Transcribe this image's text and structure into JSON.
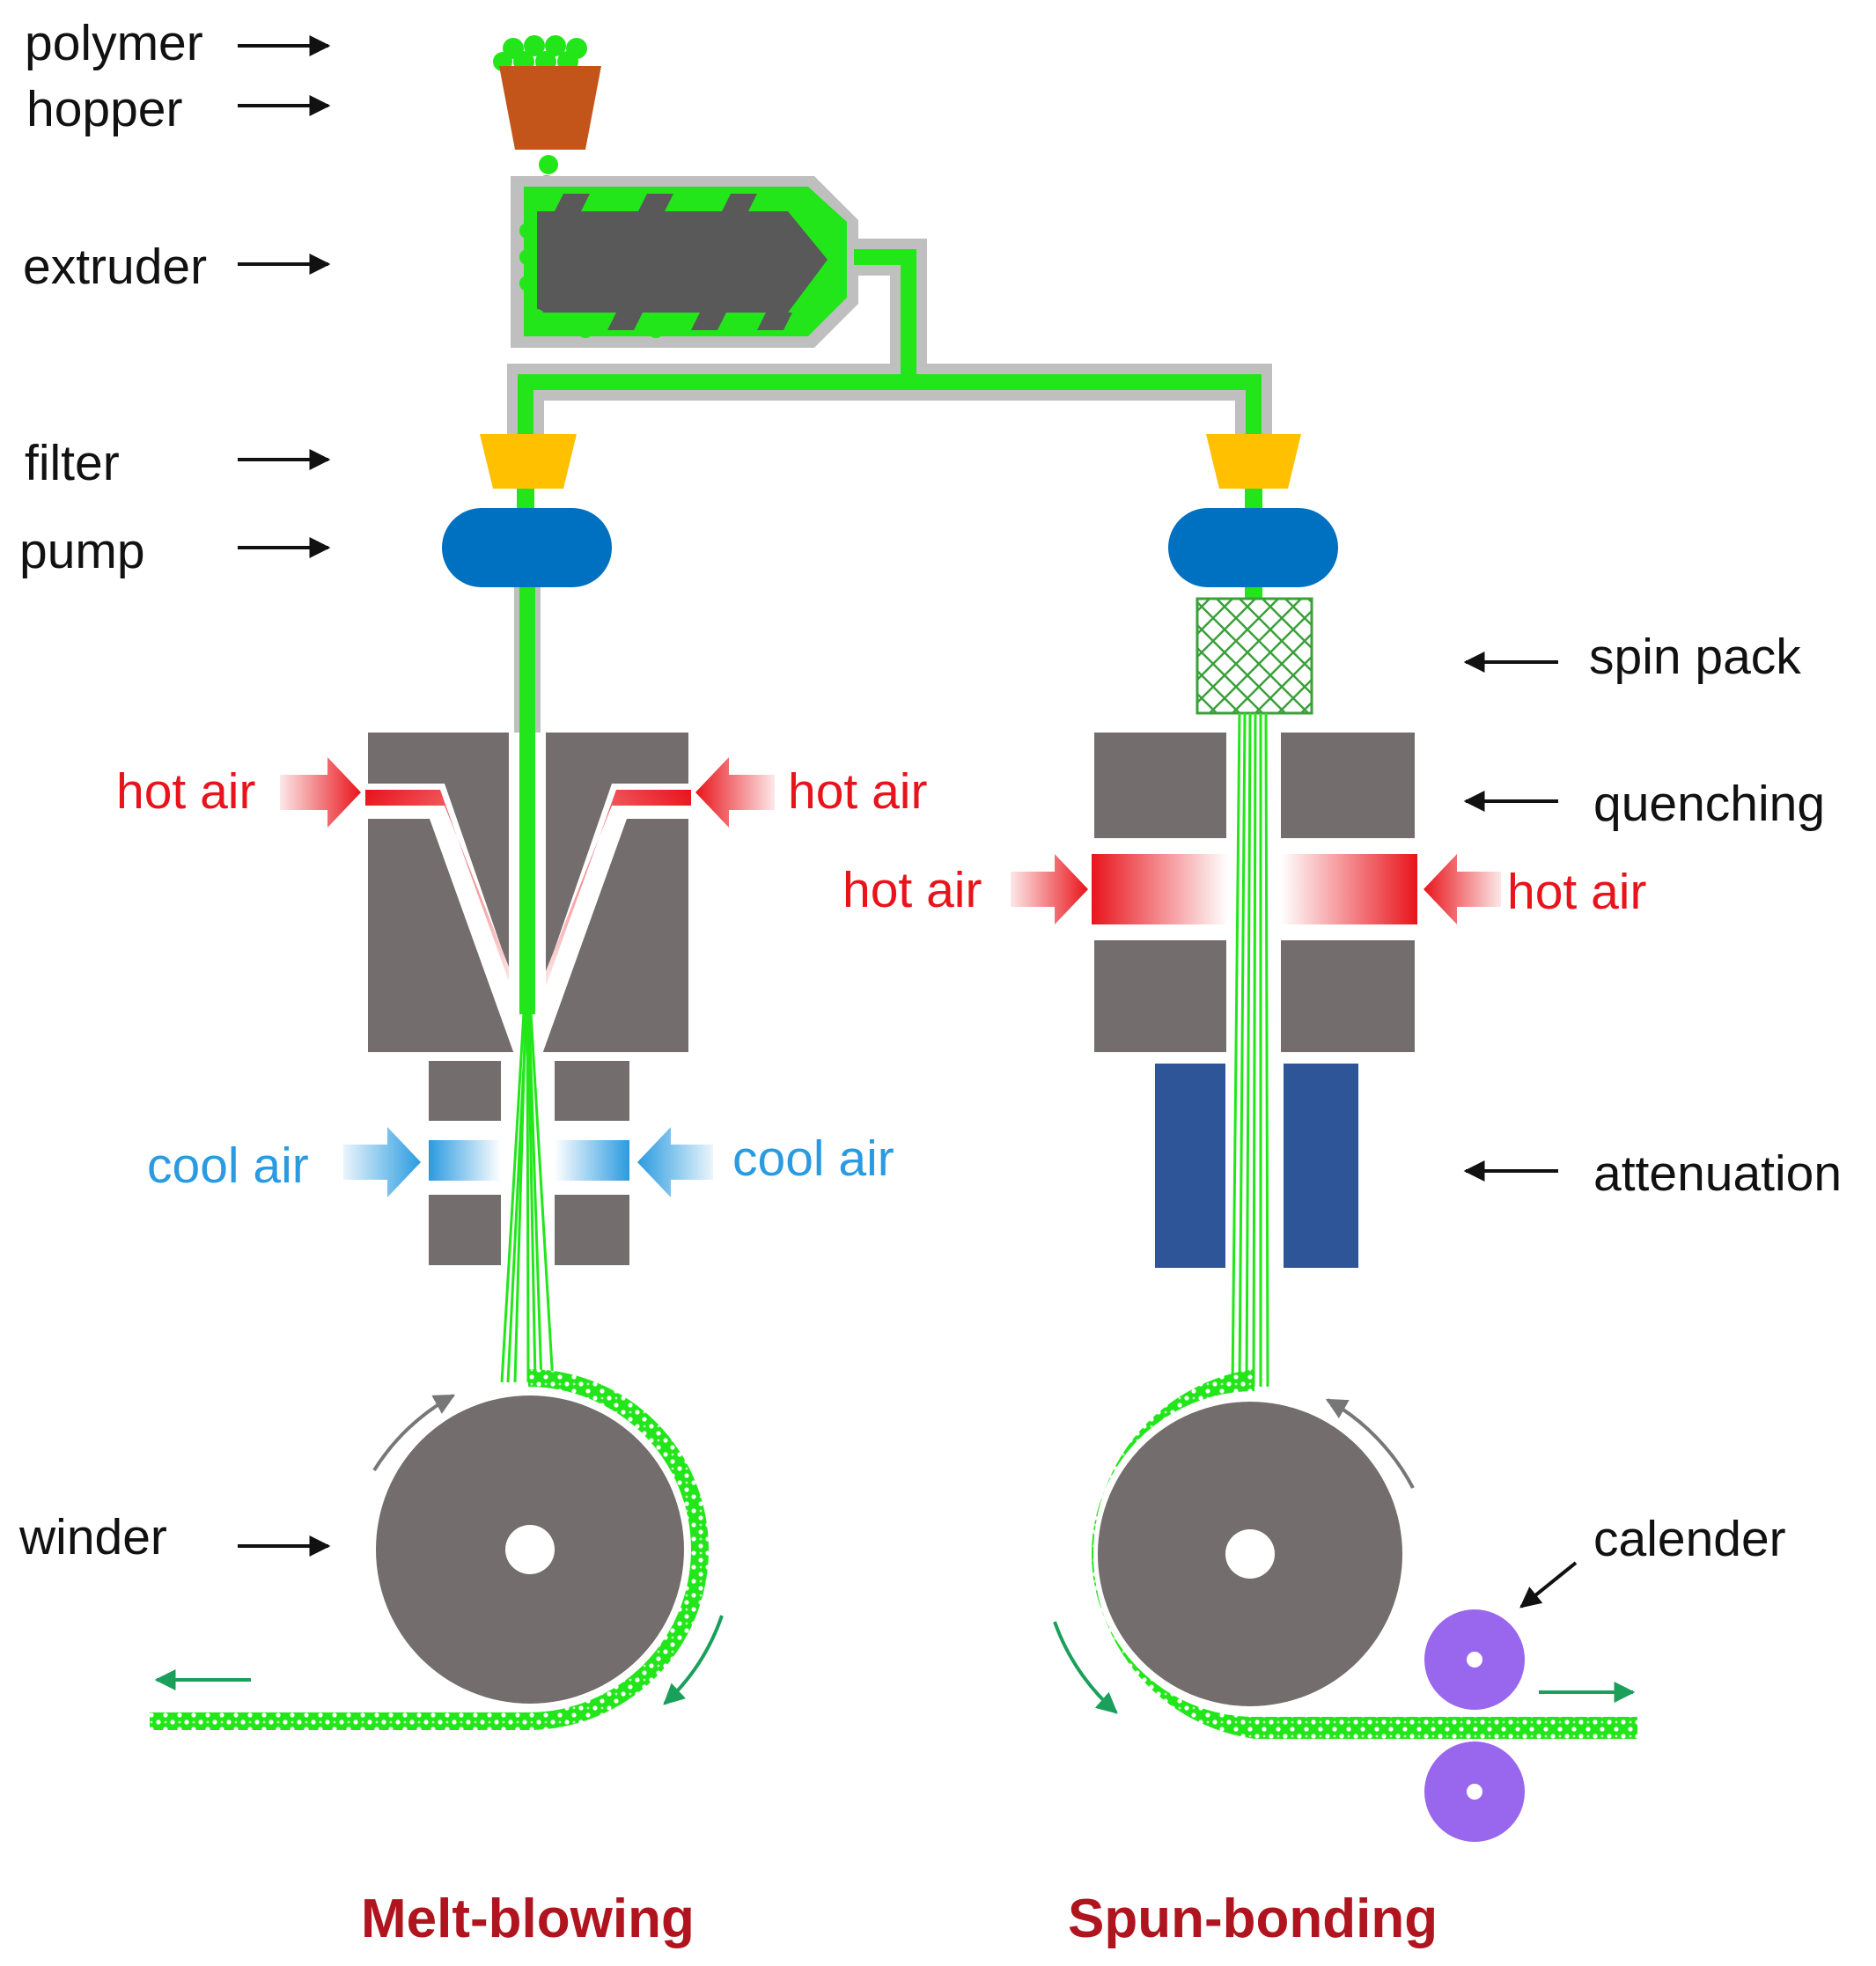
{
  "labels": {
    "polymer": "polymer",
    "hopper": "hopper",
    "extruder": "extruder",
    "filter": "filter",
    "pump": "pump",
    "winder": "winder",
    "spin_pack": "spin pack",
    "quenching": "quenching",
    "attenuation": "attenuation",
    "calender": "calender"
  },
  "air": {
    "hot": "hot air",
    "cool": "cool air"
  },
  "titles": {
    "melt_blowing": "Melt-blowing",
    "spun_bonding": "Spun-bonding"
  },
  "colors": {
    "polymer_green": "#22e61a",
    "die_grey": "#736d6d",
    "pipe_grey": "#bfbfbf",
    "hopper_brown": "#c4551a",
    "filter_yellow": "#ffc000",
    "pump_blue": "#0070c0",
    "attenuator_blue": "#2e5597",
    "hot_red": "#e8141b",
    "cool_blue": "#2a9be0",
    "calender_purple": "#9966ee",
    "title_red": "#b0141e",
    "arrow_teal": "#1aa05a"
  }
}
